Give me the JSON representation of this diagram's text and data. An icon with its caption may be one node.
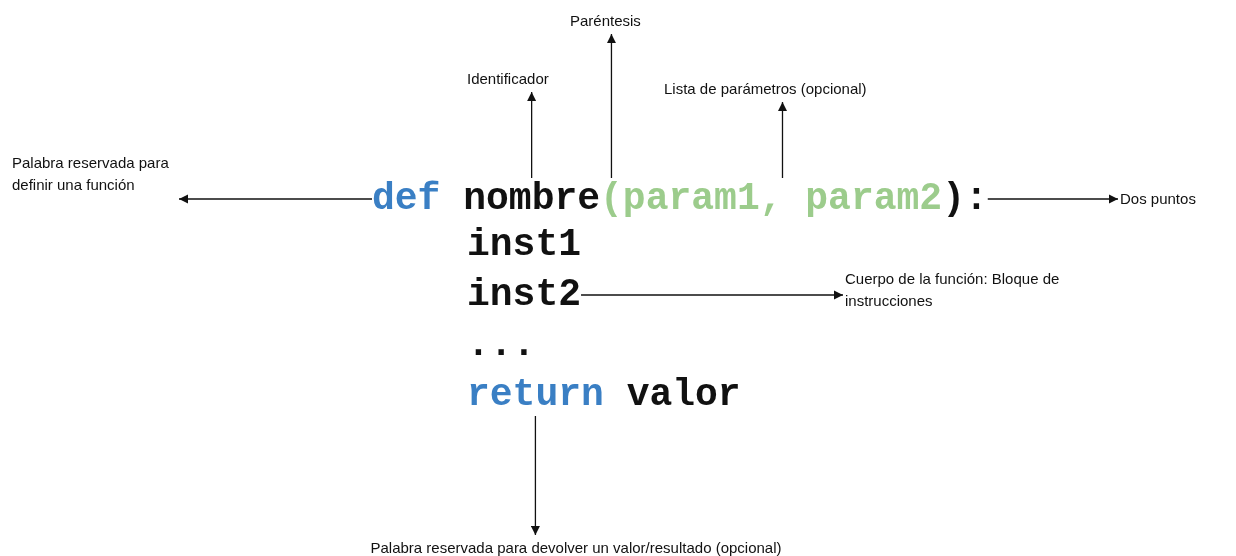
{
  "diagram": {
    "nodes": [
      {
        "text": [
          "Paréntesis"
        ]
      },
      {
        "text": [
          "Identificador"
        ]
      },
      {
        "text": [
          "Lista de parámetros (opcional)"
        ]
      },
      {
        "text": [
          "Palabra reservada para definir una función"
        ]
      },
      {
        "text": [
          "def"
        ]
      },
      {
        "text": [
          "nombre"
        ]
      },
      {
        "text": [
          "("
        ]
      },
      {
        "text": [
          "param1, param2"
        ]
      },
      {
        "text": [
          ":"
        ]
      },
      {
        "text": [
          "Dos puntos"
        ]
      },
      {
        "text": [
          "inst2"
        ]
      },
      {
        "text": [
          "Cuerpo de la función: Bloque de instrucciones"
        ]
      },
      {
        "text": [
          "return"
        ]
      },
      {
        "text": [
          "Palabra reservada para devolver un valor/resultado (opcional)"
        ]
      }
    ],
    "edges": [
      {
        "from": 4,
        "to": 3,
        "arrow": "to"
      },
      {
        "from": 5,
        "to": 1,
        "arrow": "to"
      },
      {
        "from": 6,
        "to": 0,
        "arrow": "to"
      },
      {
        "from": 7,
        "to": 2,
        "arrow": "to"
      },
      {
        "from": 8,
        "to": 9,
        "arrow": "to"
      },
      {
        "from": 10,
        "to": 11,
        "arrow": "to"
      },
      {
        "from": 12,
        "to": 13,
        "arrow": "to"
      }
    ],
    "labels": [
      ")",
      "inst1",
      "...",
      "valor"
    ]
  }
}
